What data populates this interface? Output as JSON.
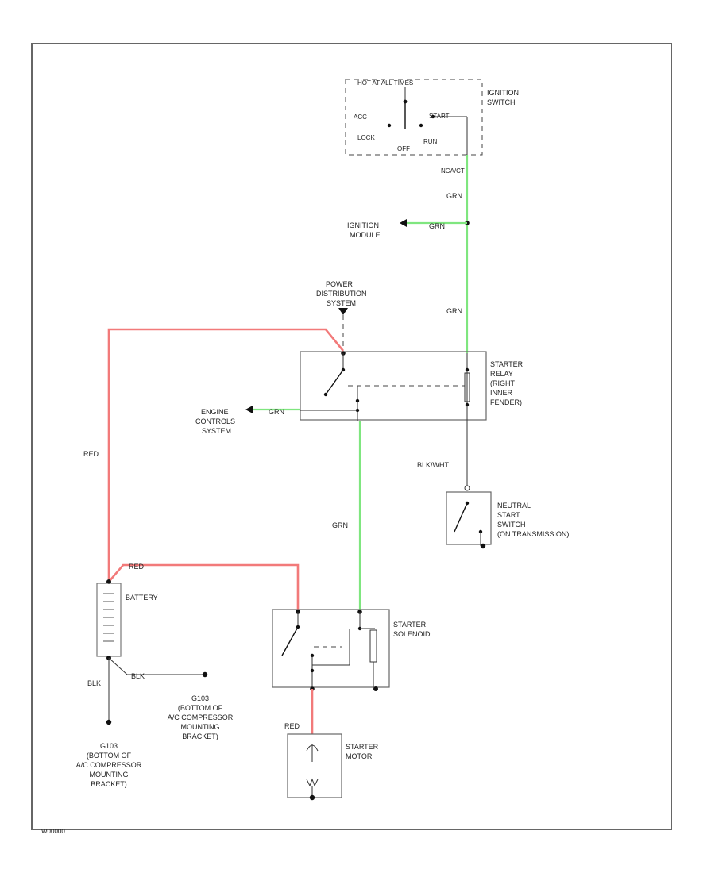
{
  "ignition_switch": {
    "header": "HOT AT ALL TIMES",
    "name_line1": "IGNITION",
    "name_line2": "SWITCH",
    "pos_acc": "ACC",
    "pos_lock": "LOCK",
    "pos_start": "START",
    "pos_run": "RUN",
    "pos_off": "OFF",
    "connector": "NCA/CT"
  },
  "ignition_module": {
    "line1": "IGNITION",
    "line2": "MODULE"
  },
  "power_distribution": {
    "line1": "POWER",
    "line2": "DISTRIBUTION",
    "line3": "SYSTEM"
  },
  "starter_relay": {
    "line1": "STARTER",
    "line2": "RELAY",
    "line3": "(RIGHT",
    "line4": "INNER",
    "line5": "FENDER)"
  },
  "engine_controls": {
    "line1": "ENGINE",
    "line2": "CONTROLS",
    "line3": "SYSTEM"
  },
  "neutral_switch": {
    "line1": "NEUTRAL",
    "line2": "START",
    "line3": "SWITCH",
    "line4": "(ON TRANSMISSION)"
  },
  "battery": {
    "label": "BATTERY"
  },
  "solenoid": {
    "line1": "STARTER",
    "line2": "SOLENOID"
  },
  "motor": {
    "line1": "STARTER",
    "line2": "MOTOR"
  },
  "ground_right": {
    "line1": "G103",
    "line2": "(BOTTOM OF",
    "line3": "A/C COMPRESSOR",
    "line4": "MOUNTING",
    "line5": "BRACKET)"
  },
  "ground_left": {
    "line1": "G103",
    "line2": "(BOTTOM OF",
    "line3": "A/C COMPRESSOR",
    "line4": "MOUNTING",
    "line5": "BRACKET)"
  },
  "wires": {
    "grn": "GRN",
    "red": "RED",
    "blk": "BLK",
    "blk_wht": "BLK/WHT"
  },
  "footer_code": "W00000",
  "colors": {
    "green_wire": "#7fe67f",
    "red_wire": "#f27a7a"
  }
}
